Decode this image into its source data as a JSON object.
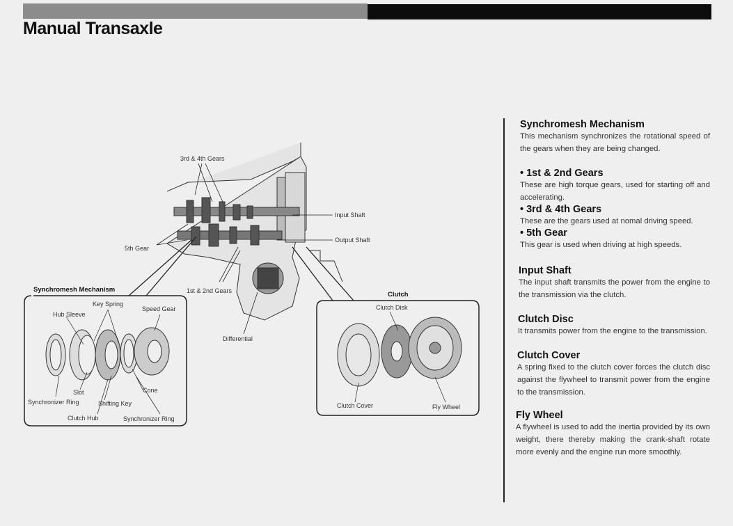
{
  "page": {
    "title": "Manual Transaxle"
  },
  "diagram": {
    "labels": {
      "gears_3_4": "3rd & 4th Gears",
      "input_shaft": "Input Shaft",
      "output_shaft": "Output Shaft",
      "gear_5": "5th Gear",
      "gears_1_2": "1st & 2nd Gears",
      "differential": "Differential"
    },
    "synchromesh": {
      "title": "Synchromesh Mechanism",
      "key_spring": "Key Spring",
      "hub_sleeve": "Hub Sleeve",
      "speed_gear": "Speed Gear",
      "slot": "Slot",
      "cone": "Cone",
      "synchronizer_ring_left": "Synchronizer Ring",
      "shifting_key": "Shifting Key",
      "clutch_hub": "Clutch Hub",
      "synchronizer_ring_right": "Synchronizer Ring"
    },
    "clutch": {
      "title": "Clutch",
      "clutch_disk": "Clutch Disk",
      "clutch_cover": "Clutch Cover",
      "fly_wheel": "Fly Wheel"
    }
  },
  "sections": [
    {
      "heading": "Synchromesh Mechanism",
      "body": "This mechanism synchronizes the rotational speed of the gears when they are being changed."
    },
    {
      "heading": "• 1st & 2nd Gears",
      "body": "These are high torque  gears, used for starting off and accelerating."
    },
    {
      "heading": "• 3rd & 4th Gears",
      "body": "These are the gears used at nomal driving speed."
    },
    {
      "heading": "• 5th Gear",
      "body": "This gear is used when driving at high speeds."
    },
    {
      "heading": "Input Shaft",
      "body": "The input shaft transmits the power from the engine to the transmission via the clutch."
    },
    {
      "heading": "Clutch Disc",
      "body": "It transmits power from the engine to the transmission."
    },
    {
      "heading": "Clutch Cover",
      "body": "A spring fixed to the clutch cover forces the clutch disc against the flywheel to transmit power from the engine to the transmission."
    },
    {
      "heading": "Fly Wheel",
      "body": "A flywheel is used to add the inertia provided by its own weight, there thereby making the crank-shaft rotate more evenly and the engine run more smoothly."
    }
  ]
}
